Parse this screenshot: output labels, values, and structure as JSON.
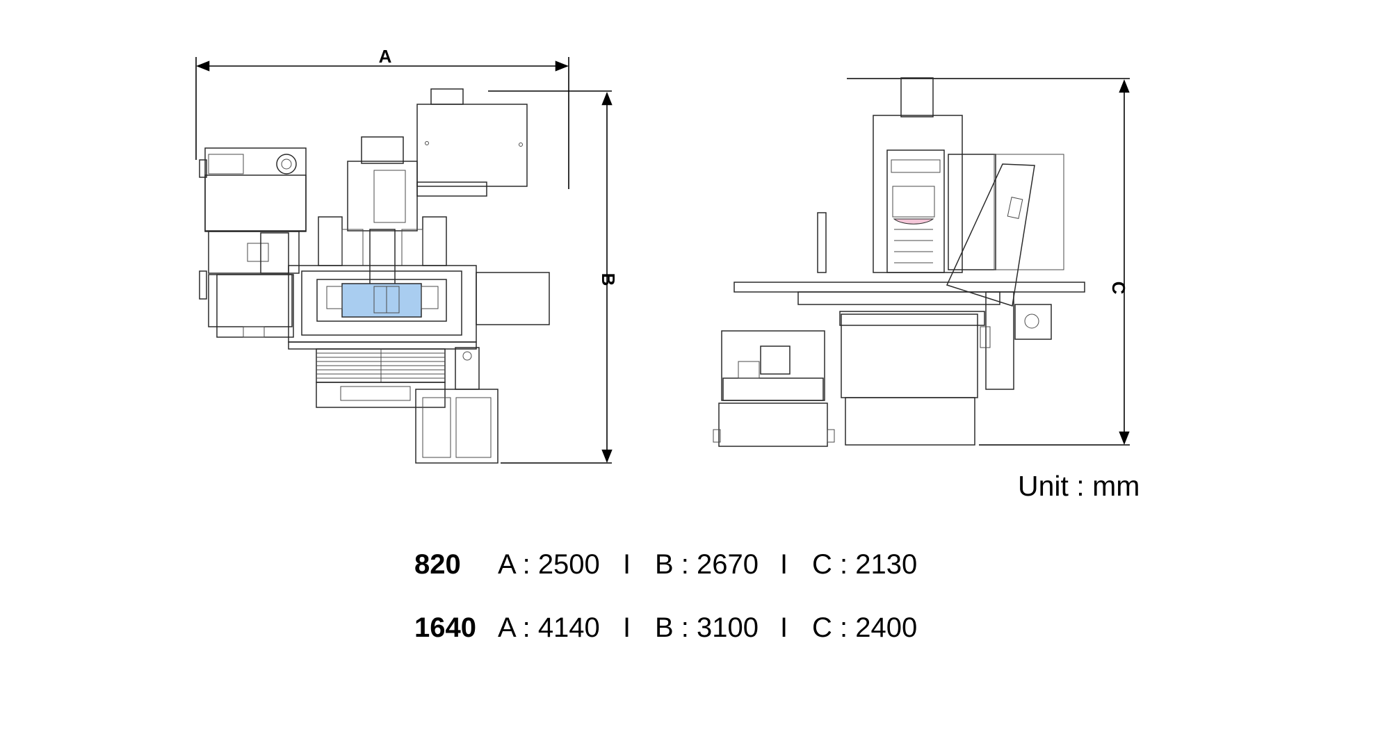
{
  "dimension_labels": {
    "a": "A",
    "b": "B",
    "c": "C"
  },
  "unit_label": "Unit : mm",
  "separator": "I",
  "specs": [
    {
      "model": "820",
      "a": "A : 2500",
      "b": "B : 2670",
      "c": "C : 2130"
    },
    {
      "model": "1640",
      "a": "A : 4140",
      "b": "B : 3100",
      "c": "C : 2400"
    }
  ],
  "colors": {
    "table_highlight": "#a9cdf0",
    "wheel_highlight": "#f4c6d8",
    "line": "#2a2a2a"
  }
}
